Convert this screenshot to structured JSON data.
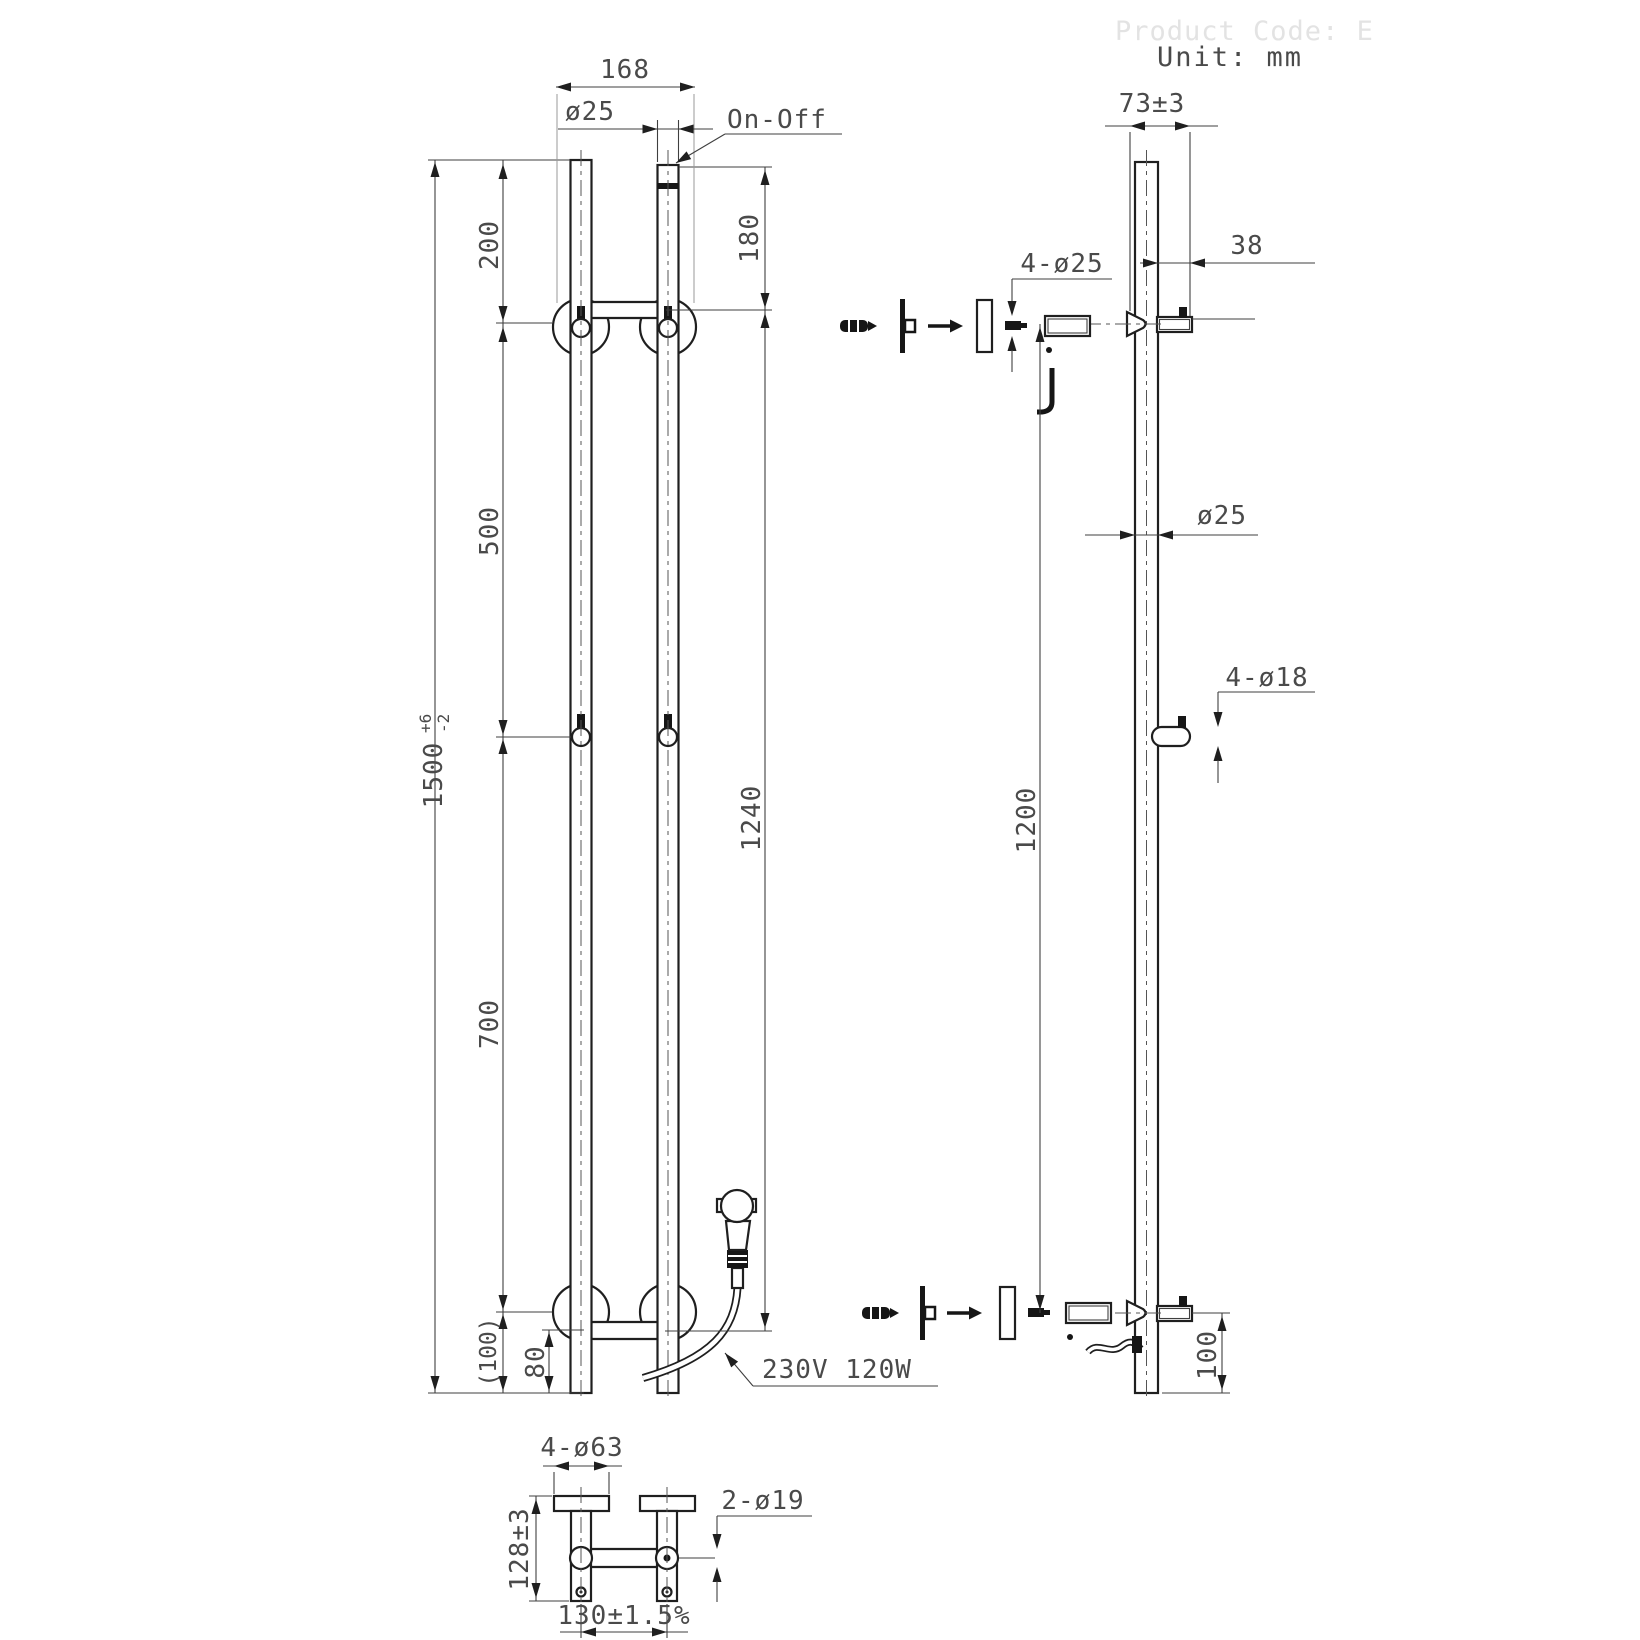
{
  "header": {
    "watermark": "Product Code: E",
    "unit_label": "Unit: mm"
  },
  "front_view": {
    "flange_span": "168",
    "bar_diameter": "ø25",
    "switch_label": "On-Off",
    "top_to_bracket": "200",
    "top_to_crossbar": "180",
    "bracket_to_hook": "500",
    "hook_to_bracket": "700",
    "crossbar_spacing": "1240",
    "overall_height": "1500",
    "tolerance_plus": "+6",
    "tolerance_minus": "-2",
    "bottom_reference": "(100)",
    "bottom_to_crossbar": "80",
    "power_rating": "230V 120W"
  },
  "side_view": {
    "wall_depth": "73±3",
    "bracket_projection": "38",
    "mount_post_holes": "4-ø25",
    "bar_diameter": "ø25",
    "hook_holes": "4-ø18",
    "bracket_spacing": "1200",
    "bottom_offset": "100"
  },
  "bottom_view": {
    "flange_holes": "4-ø63",
    "crossbar_holes": "2-ø19",
    "mount_depth": "128±3",
    "bar_spacing": "130±1.5%"
  }
}
